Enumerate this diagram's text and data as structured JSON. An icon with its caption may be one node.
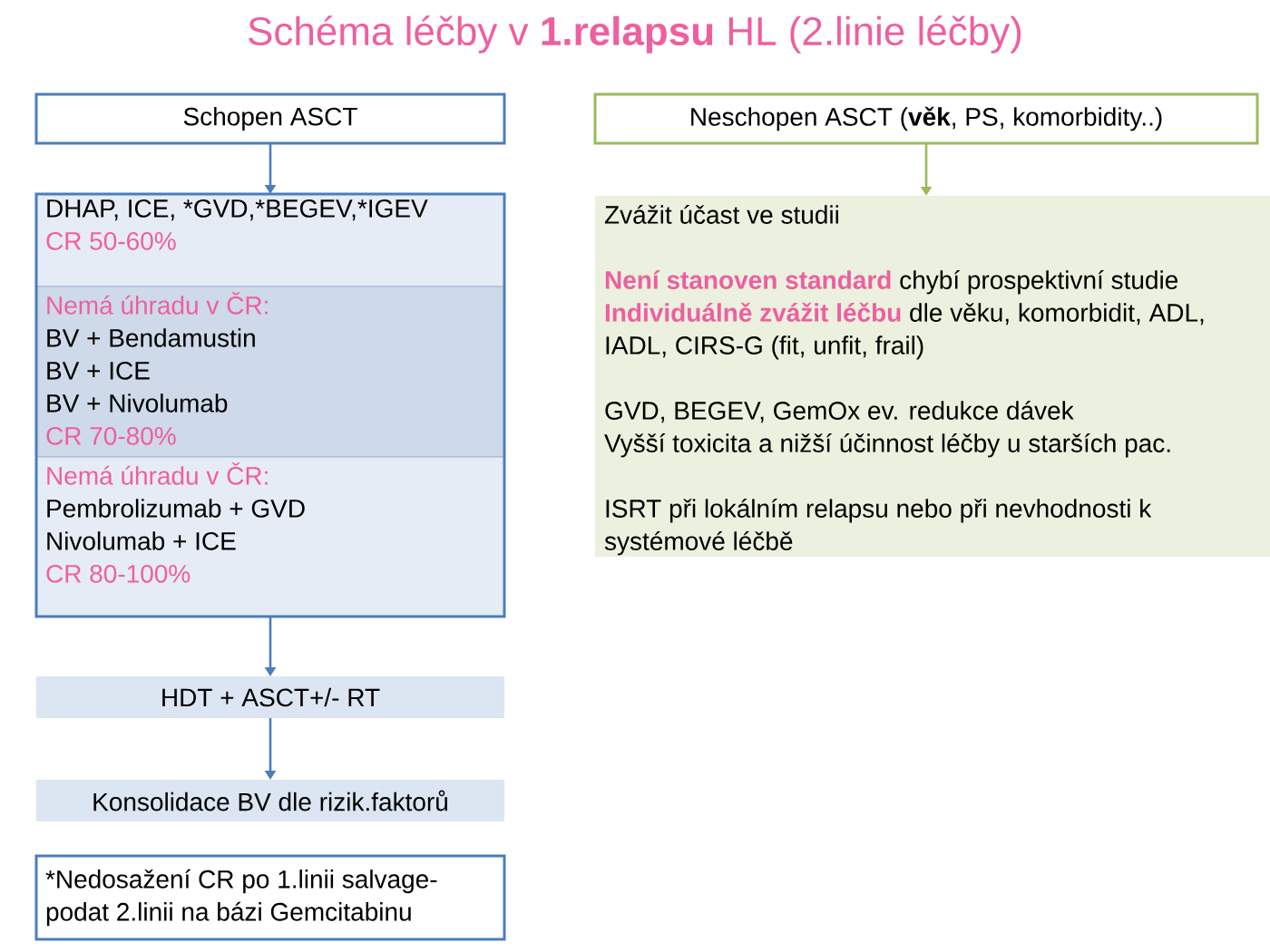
{
  "diagram": {
    "title": "Schéma léčby v **1.relapsu** HL (2.linie léčby)",
    "nodes": [
      {
        "text": [
          "Schopen ASCT"
        ]
      },
      {
        "text": [],
        "shape": "box"
      },
      {
        "text": [
          "DHAP, ICE, *GVD,*BEGEV,*IGEV",
          "CR 50-60%"
        ],
        "in": 1
      },
      {
        "text": [
          "Nemá úhradu v ČR:",
          "BV + Bendamustin",
          "BV + ICE",
          "BV + Nivolumab",
          "CR 70-80%"
        ],
        "in": 1
      },
      {
        "text": [
          "Nemá úhradu v ČR:",
          "Pembrolizumab + GVD",
          "Nivolumab + ICE",
          "CR 80-100%"
        ],
        "in": 1
      },
      {
        "text": [
          "HDT + ASCT+/- RT"
        ]
      },
      {
        "text": [
          "Konsolidace BV dle rizik.faktorů"
        ]
      },
      {
        "text": [
          "*Nedosažení CR po 1.linii salvage- podat 2.linii na bázi Gemcitabinu"
        ]
      },
      {
        "text": [
          "Neschopen ASCT (**věk**, PS, komorbidity..)"
        ]
      },
      {
        "text": [
          "Zvážit účast ve studii",
          "Není stanoven standard",
          "chybí prospektivní studie",
          "Individuálně zvážit léčbu",
          "dle věku, komorbidit, ADL, IADL, CIRS-G (fit, unfit, frail)",
          "GVD, BEGEV, GemOx ev. redukce dávek",
          "Vyšší toxicita a nižší účinnost léčby u starších pac.",
          "ISRT při lokálním relapsu nebo při nevhodnosti k systémové léčbě"
        ]
      }
    ],
    "edges": [
      {
        "from": 0,
        "to": 1,
        "arrow": "to"
      },
      {
        "from": 1,
        "to": 5,
        "arrow": "to"
      },
      {
        "from": 5,
        "to": 6,
        "arrow": "to"
      },
      {
        "from": 8,
        "to": 9,
        "arrow": "to",
        "color": "#9bbb59"
      }
    ]
  }
}
